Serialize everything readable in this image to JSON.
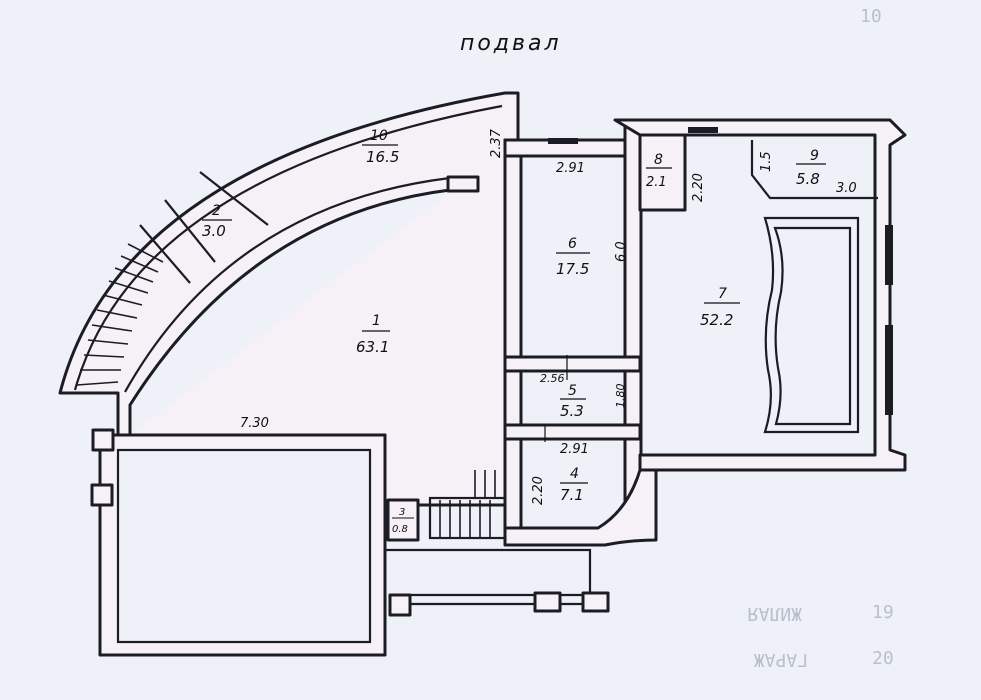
{
  "title": "подвал",
  "colors": {
    "paper": "#eef1f8",
    "ink": "#1c1c24",
    "wall_fill": "#f6f1f6",
    "faint_text": "#b9c0cc"
  },
  "rooms": [
    {
      "number": "1",
      "area": "63.1"
    },
    {
      "number": "2",
      "area": "3.0"
    },
    {
      "number": "3",
      "area": "0.8"
    },
    {
      "number": "4",
      "area": "7.1"
    },
    {
      "number": "5",
      "area": "5.3"
    },
    {
      "number": "6",
      "area": "17.5"
    },
    {
      "number": "7",
      "area": "52.2"
    },
    {
      "number": "8",
      "area": "2.1"
    },
    {
      "number": "9",
      "area": "5.8"
    },
    {
      "number": "10",
      "area": "16.5"
    }
  ],
  "dimensions": {
    "d_730": "7.30",
    "d_237": "2.37",
    "d_291_top": "2.91",
    "d_60": "6.0",
    "d_220_top": "2.20",
    "d_15": "1.5",
    "d_30": "3.0",
    "d_256": "2.56",
    "d_180": "1.80",
    "d_291_bottom": "2.91",
    "d_220_bottom": "2.20"
  },
  "background_marks": {
    "top_left_number": "10",
    "row_19": "19",
    "row_19_text": "ЖИЛАЯ",
    "row_20": "20",
    "row_20_text": "ГАРАЖ"
  }
}
